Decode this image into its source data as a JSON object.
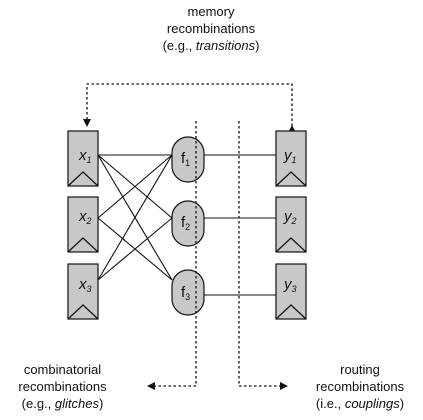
{
  "labels": {
    "memory": {
      "line1": "memory",
      "line2": "recombinations",
      "prefix": "(e.g., ",
      "emph": "transitions",
      "suffix": ")"
    },
    "combinatorial": {
      "line1": "combinatorial",
      "line2": "recombinations",
      "prefix": "(e.g., ",
      "emph": "glitches",
      "suffix": ")"
    },
    "routing": {
      "line1": "routing",
      "line2": "recombinations",
      "prefix": "(i.e., ",
      "emph": "couplings",
      "suffix": ")"
    }
  },
  "inputs": [
    {
      "name": "x",
      "sub": "1"
    },
    {
      "name": "x",
      "sub": "2"
    },
    {
      "name": "x",
      "sub": "3"
    }
  ],
  "functions": [
    {
      "name": "f",
      "sub": "1"
    },
    {
      "name": "f",
      "sub": "2"
    },
    {
      "name": "f",
      "sub": "3"
    }
  ],
  "outputs": [
    {
      "name": "y",
      "sub": "1"
    },
    {
      "name": "y",
      "sub": "2"
    },
    {
      "name": "y",
      "sub": "3"
    }
  ],
  "colors": {
    "fill": "#c8c8c8",
    "stroke": "#111111"
  }
}
